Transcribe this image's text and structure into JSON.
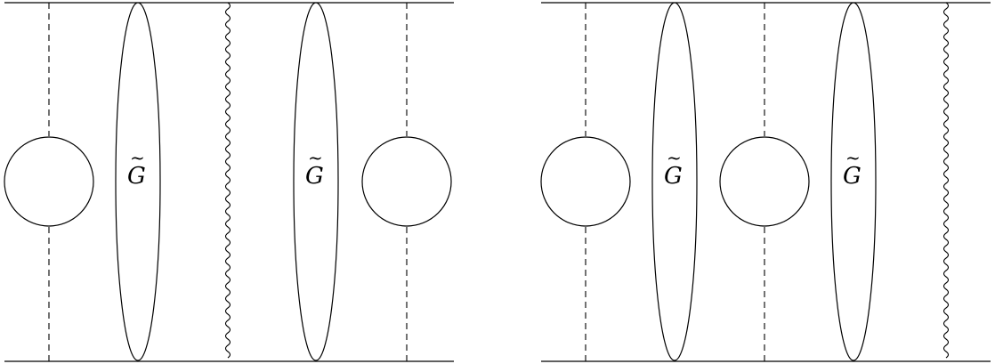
{
  "diagrams": [
    {
      "label": "G"
    },
    {
      "label": "G"
    }
  ],
  "ellipse_label": "G",
  "ellipse_label_accent": "~"
}
